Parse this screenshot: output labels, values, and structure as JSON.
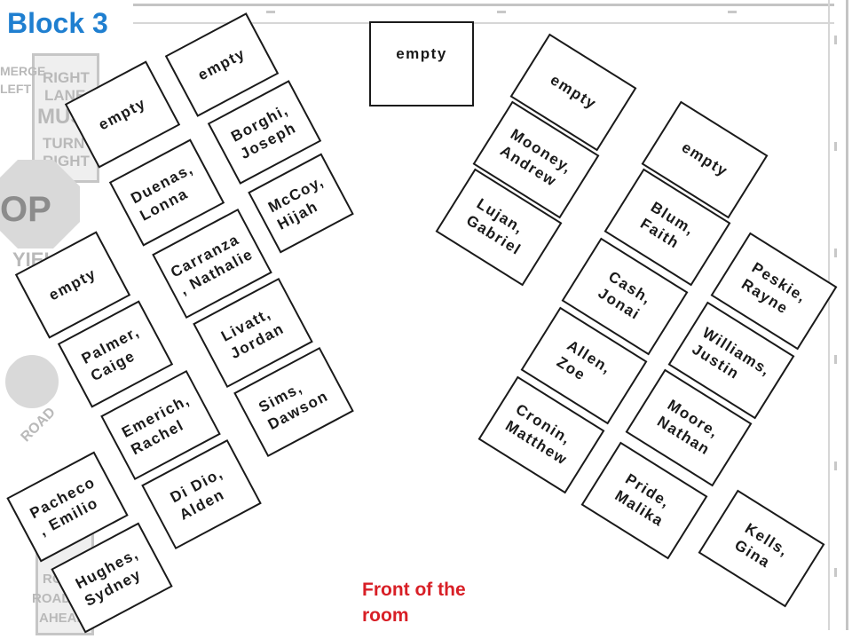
{
  "title": "Block 3",
  "front_label": "Front of the room",
  "background_signs": [
    "RIGHT",
    "LANE",
    "MUST",
    "TURN",
    "RIGHT",
    "MERGE",
    "LEFT",
    "OP",
    "YIELD",
    "ROAD",
    "ROUGH",
    "ROAD",
    "AHEAD"
  ],
  "desks": [
    {
      "name": "empty"
    },
    {
      "name": "empty"
    },
    {
      "name": "Borghi,\nJoseph"
    },
    {
      "name": "Duenas,\nLonna"
    },
    {
      "name": "McCoy,\nHijah"
    },
    {
      "name": "Carranza\n, Nathalie"
    },
    {
      "name": "empty"
    },
    {
      "name": "Livatt,\nJordan"
    },
    {
      "name": "Palmer,\nCaige"
    },
    {
      "name": "Sims,\nDawson"
    },
    {
      "name": "Emerich,\nRachel"
    },
    {
      "name": "Di Dio,\nAlden"
    },
    {
      "name": "Pacheco\n, Emilio"
    },
    {
      "name": "Hughes,\nSydney"
    },
    {
      "name": "empty"
    },
    {
      "name": "empty"
    },
    {
      "name": "Mooney,\nAndrew"
    },
    {
      "name": "Lujan,\nGabriel"
    },
    {
      "name": "empty"
    },
    {
      "name": "Blum,\nFaith"
    },
    {
      "name": "Cash,\nJonai"
    },
    {
      "name": "Peskie,\nRayne"
    },
    {
      "name": "Allen,\nZoe"
    },
    {
      "name": "Williams,\nJustin"
    },
    {
      "name": "Cronin,\nMatthew"
    },
    {
      "name": "Moore,\nNathan"
    },
    {
      "name": "Pride,\nMalika"
    },
    {
      "name": "Kells,\nGina"
    }
  ]
}
